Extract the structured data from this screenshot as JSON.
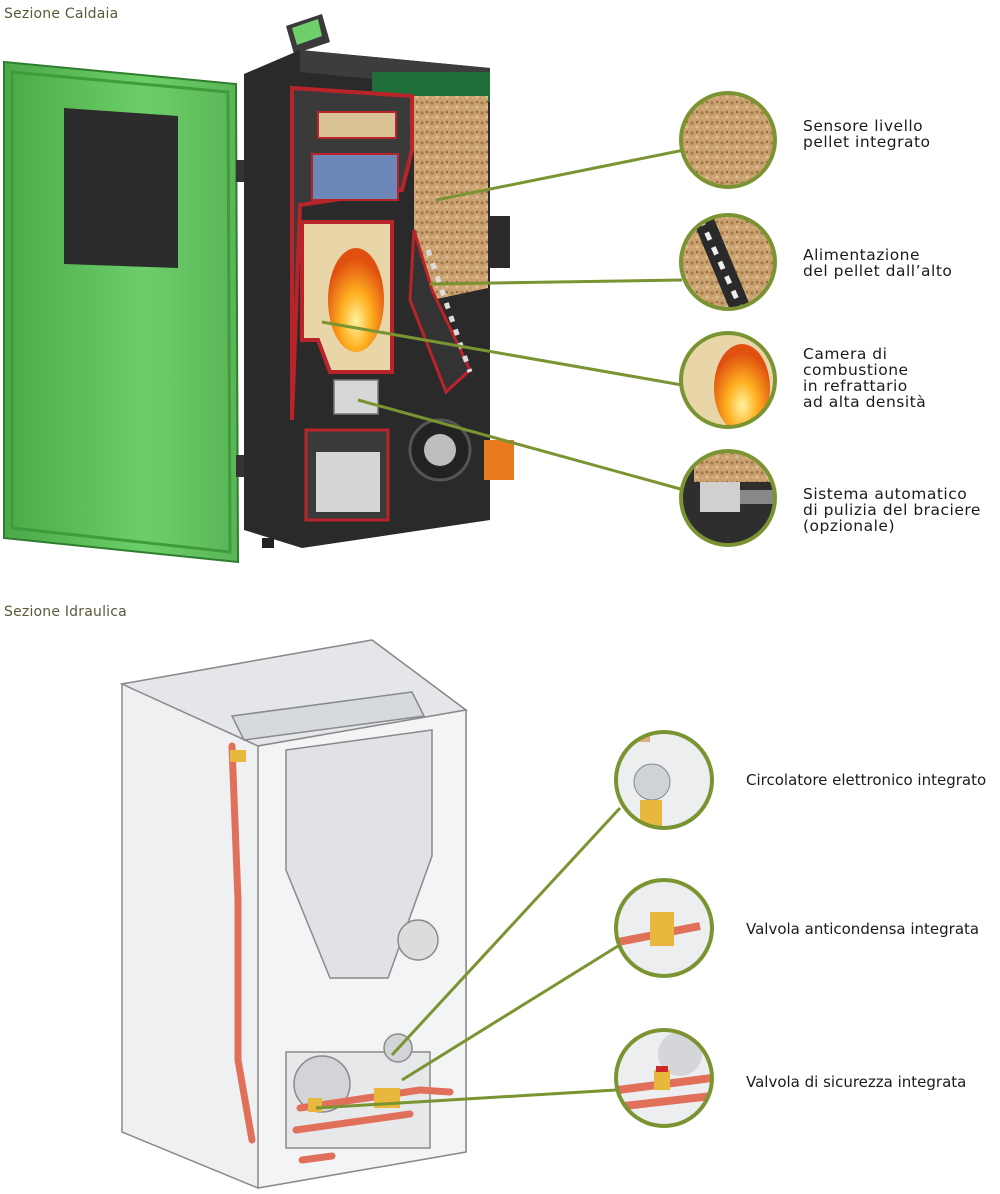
{
  "sections": {
    "caldaia": {
      "title": "Sezione Caldaia",
      "callouts": [
        {
          "lines": [
            "Sensore livello",
            "pellet integrato"
          ]
        },
        {
          "lines": [
            "Alimentazione",
            "del pellet dall’alto"
          ]
        },
        {
          "lines": [
            "Camera di",
            "combustione",
            "in refrattario",
            "ad alta densità"
          ]
        },
        {
          "lines": [
            "Sistema automatico",
            "di pulizia del braciere",
            "(opzionale)"
          ]
        }
      ]
    },
    "idraulica": {
      "title": "Sezione Idraulica",
      "callouts": [
        {
          "text": "Circolatore elettronico integrato"
        },
        {
          "text": "Valvola anticondensa integrata"
        },
        {
          "text": "Valvola di sicurezza integrata"
        }
      ]
    }
  },
  "colors": {
    "door_green": "#5cc15a",
    "callout_line": "#7a9432",
    "pellet": "#c9a170",
    "body_dark": "#2a2a2a",
    "cut_red": "#b8242a",
    "pipe_copper": "#e0705a"
  }
}
